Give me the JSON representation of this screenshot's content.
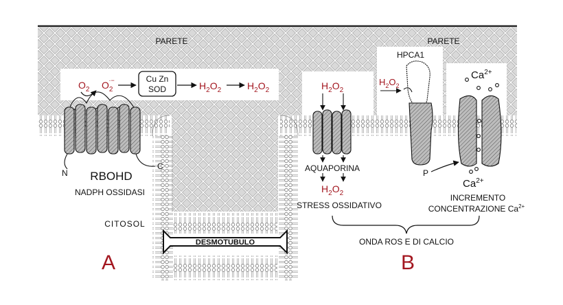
{
  "wall_left": "PARETE",
  "wall_right": "PARETE",
  "panel_a": {
    "o2": "O",
    "o2_sub": "2",
    "superoxide": "O",
    "superoxide_sub": "2",
    "superoxide_sup": "·−",
    "sod_line1": "Cu Zn",
    "sod_line2": "SOD",
    "h2o2_a": "H",
    "h2o2_b": "2",
    "h2o2_c": "O",
    "h2o2_d": "2",
    "rbohd": "RBOHD",
    "n_term": "N",
    "c_term": "C",
    "nadph": "NADPH OSSIDASI",
    "cytosol": "CITOSOL",
    "letter": "A"
  },
  "desmotubule": "DESMOTUBULO",
  "panel_b": {
    "aquaporin": "AQUAPORINA",
    "stress": "STRESS OSSIDATIVO",
    "hpca1": "HPCA1",
    "p_label": "P",
    "ca_ion": "Ca",
    "ca_charge": "2+",
    "increase_line1": "INCREMENTO",
    "increase_line2": "CONCENTRAZIONE Ca",
    "wave": "ONDA ROS E DI CALCIO",
    "letter": "B"
  },
  "colors": {
    "red": "#a3161f",
    "wall": "#c8c8c8",
    "protein": "#8a8a8a"
  }
}
